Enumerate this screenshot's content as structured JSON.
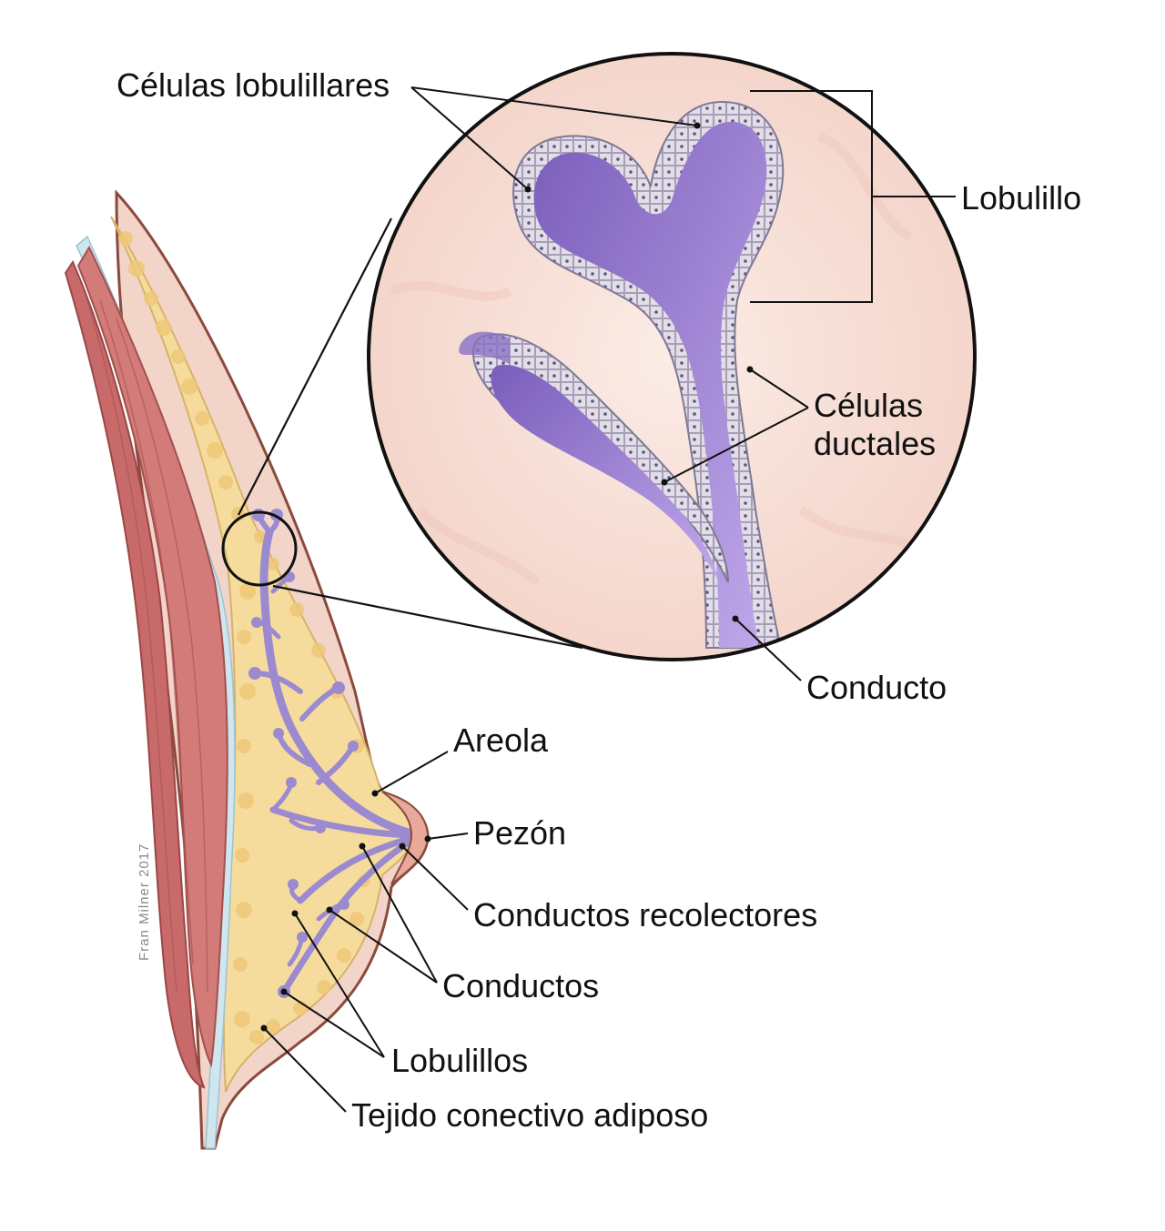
{
  "labels": {
    "lobular_cells": "Células lobulillares",
    "lobule": "Lobulillo",
    "ductal_cells_line1": "Células",
    "ductal_cells_line2": "ductales",
    "duct": "Conducto",
    "areola": "Areola",
    "nipple": "Pezón",
    "collecting_ducts": "Conductos recolectores",
    "ducts": "Conductos",
    "lobules": "Lobulillos",
    "adipose_tissue": "Tejido conectivo adiposo"
  },
  "credit": "Fran Milner 2017",
  "colors": {
    "skin": "#f3d6cc",
    "skin_edge": "#8b4a3e",
    "fat": "#f6dc9c",
    "fat_dots": "#eec36a",
    "muscle": "#d27b79",
    "muscle_dark": "#b55a5a",
    "connective": "#cfe6ef",
    "duct": "#9b8ad0",
    "duct_dark": "#6a4fa8",
    "lumen": "#b59be0",
    "cells": "#dcd6e6",
    "magnified_bg": "#f7dfd6",
    "line": "#111111"
  }
}
